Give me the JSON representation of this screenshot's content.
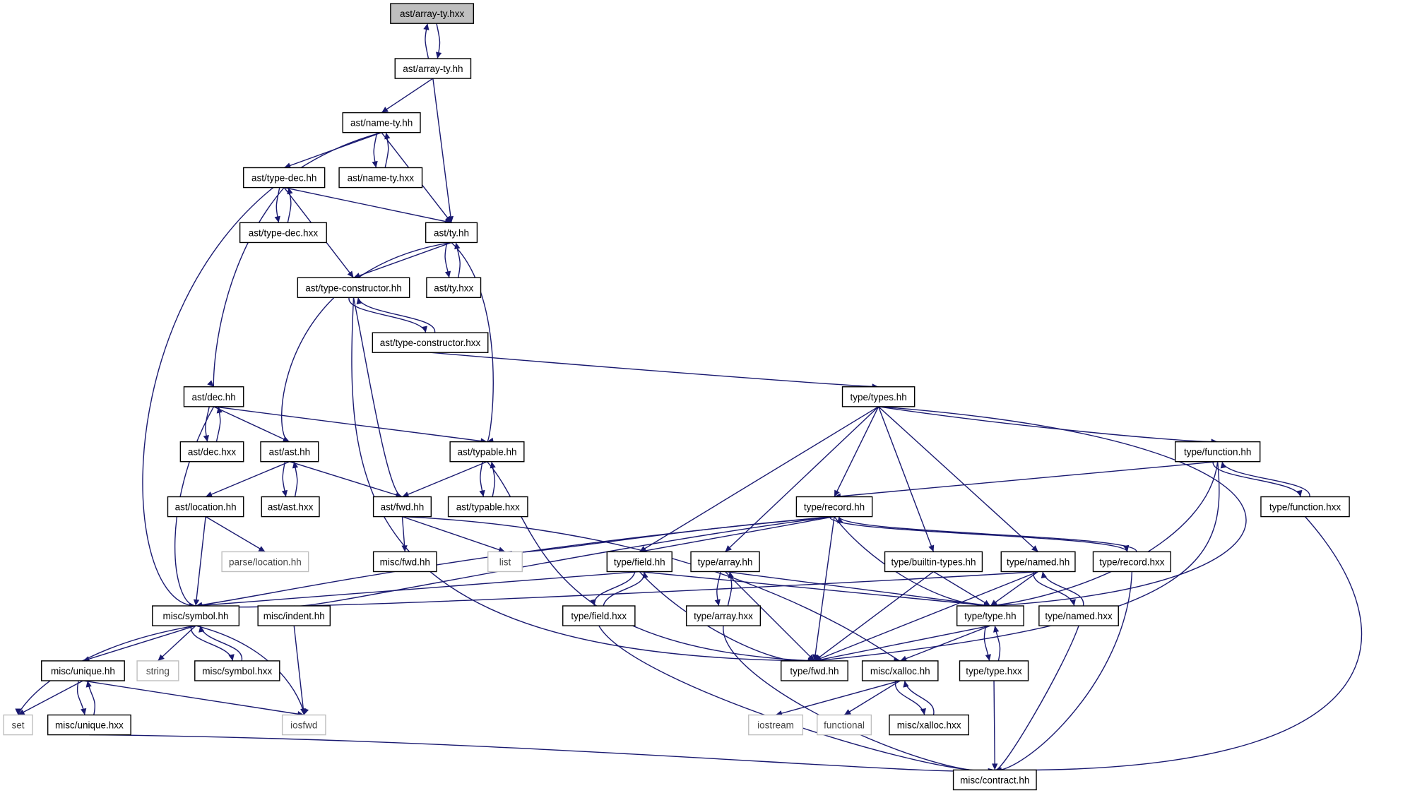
{
  "graph": {
    "nodes": [
      {
        "id": "array_ty_hxx",
        "label": "ast/array-ty.hxx",
        "kind": "root"
      },
      {
        "id": "array_ty_hh",
        "label": "ast/array-ty.hh",
        "kind": "file"
      },
      {
        "id": "name_ty_hh",
        "label": "ast/name-ty.hh",
        "kind": "file"
      },
      {
        "id": "type_dec_hh",
        "label": "ast/type-dec.hh",
        "kind": "file"
      },
      {
        "id": "name_ty_hxx",
        "label": "ast/name-ty.hxx",
        "kind": "file"
      },
      {
        "id": "ty_hh",
        "label": "ast/ty.hh",
        "kind": "file"
      },
      {
        "id": "type_dec_hxx",
        "label": "ast/type-dec.hxx",
        "kind": "file"
      },
      {
        "id": "type_constructor_hh",
        "label": "ast/type-constructor.hh",
        "kind": "file"
      },
      {
        "id": "ty_hxx",
        "label": "ast/ty.hxx",
        "kind": "file"
      },
      {
        "id": "type_constructor_hxx",
        "label": "ast/type-constructor.hxx",
        "kind": "file"
      },
      {
        "id": "dec_hh",
        "label": "ast/dec.hh",
        "kind": "file"
      },
      {
        "id": "types_hh",
        "label": "type/types.hh",
        "kind": "file"
      },
      {
        "id": "dec_hxx",
        "label": "ast/dec.hxx",
        "kind": "file"
      },
      {
        "id": "ast_hh",
        "label": "ast/ast.hh",
        "kind": "file"
      },
      {
        "id": "typable_hh",
        "label": "ast/typable.hh",
        "kind": "file"
      },
      {
        "id": "function_hh",
        "label": "type/function.hh",
        "kind": "file"
      },
      {
        "id": "location_hh",
        "label": "ast/location.hh",
        "kind": "file"
      },
      {
        "id": "ast_hxx",
        "label": "ast/ast.hxx",
        "kind": "file"
      },
      {
        "id": "ast_fwd_hh",
        "label": "ast/fwd.hh",
        "kind": "file"
      },
      {
        "id": "typable_hxx",
        "label": "ast/typable.hxx",
        "kind": "file"
      },
      {
        "id": "record_hh",
        "label": "type/record.hh",
        "kind": "file"
      },
      {
        "id": "function_hxx",
        "label": "type/function.hxx",
        "kind": "file"
      },
      {
        "id": "parse_location_hh",
        "label": "parse/location.hh",
        "kind": "external"
      },
      {
        "id": "misc_fwd_hh",
        "label": "misc/fwd.hh",
        "kind": "file"
      },
      {
        "id": "list",
        "label": "list",
        "kind": "external"
      },
      {
        "id": "field_hh",
        "label": "type/field.hh",
        "kind": "file"
      },
      {
        "id": "array_hh",
        "label": "type/array.hh",
        "kind": "file"
      },
      {
        "id": "builtin_types_hh",
        "label": "type/builtin-types.hh",
        "kind": "file"
      },
      {
        "id": "named_hh",
        "label": "type/named.hh",
        "kind": "file"
      },
      {
        "id": "record_hxx",
        "label": "type/record.hxx",
        "kind": "file"
      },
      {
        "id": "symbol_hh",
        "label": "misc/symbol.hh",
        "kind": "file"
      },
      {
        "id": "indent_hh",
        "label": "misc/indent.hh",
        "kind": "file"
      },
      {
        "id": "field_hxx",
        "label": "type/field.hxx",
        "kind": "file"
      },
      {
        "id": "array_hxx",
        "label": "type/array.hxx",
        "kind": "file"
      },
      {
        "id": "type_hh",
        "label": "type/type.hh",
        "kind": "file"
      },
      {
        "id": "named_hxx",
        "label": "type/named.hxx",
        "kind": "file"
      },
      {
        "id": "unique_hh",
        "label": "misc/unique.hh",
        "kind": "file"
      },
      {
        "id": "string",
        "label": "string",
        "kind": "external"
      },
      {
        "id": "symbol_hxx",
        "label": "misc/symbol.hxx",
        "kind": "file"
      },
      {
        "id": "type_fwd_hh",
        "label": "type/fwd.hh",
        "kind": "file"
      },
      {
        "id": "xalloc_hh",
        "label": "misc/xalloc.hh",
        "kind": "file"
      },
      {
        "id": "type_hxx",
        "label": "type/type.hxx",
        "kind": "file"
      },
      {
        "id": "set",
        "label": "set",
        "kind": "external"
      },
      {
        "id": "unique_hxx",
        "label": "misc/unique.hxx",
        "kind": "file"
      },
      {
        "id": "iosfwd",
        "label": "iosfwd",
        "kind": "external"
      },
      {
        "id": "iostream",
        "label": "iostream",
        "kind": "external"
      },
      {
        "id": "functional",
        "label": "functional",
        "kind": "external"
      },
      {
        "id": "xalloc_hxx",
        "label": "misc/xalloc.hxx",
        "kind": "file"
      },
      {
        "id": "contract_hh",
        "label": "misc/contract.hh",
        "kind": "file"
      }
    ],
    "edges": [
      [
        "array_ty_hxx",
        "array_ty_hh"
      ],
      [
        "array_ty_hh",
        "array_ty_hxx"
      ],
      [
        "array_ty_hh",
        "name_ty_hh"
      ],
      [
        "array_ty_hh",
        "ty_hh"
      ],
      [
        "name_ty_hh",
        "type_dec_hh"
      ],
      [
        "name_ty_hh",
        "name_ty_hxx"
      ],
      [
        "name_ty_hxx",
        "name_ty_hh"
      ],
      [
        "name_ty_hh",
        "ty_hh"
      ],
      [
        "name_ty_hh",
        "symbol_hh"
      ],
      [
        "type_dec_hh",
        "type_dec_hxx"
      ],
      [
        "type_dec_hxx",
        "type_dec_hh"
      ],
      [
        "type_dec_hh",
        "ty_hh"
      ],
      [
        "type_dec_hh",
        "type_constructor_hh"
      ],
      [
        "type_dec_hh",
        "dec_hh"
      ],
      [
        "ty_hh",
        "ty_hxx"
      ],
      [
        "ty_hxx",
        "ty_hh"
      ],
      [
        "ty_hh",
        "type_constructor_hh"
      ],
      [
        "ty_hh",
        "ast_hh"
      ],
      [
        "ty_hh",
        "typable_hh"
      ],
      [
        "type_constructor_hh",
        "type_constructor_hxx"
      ],
      [
        "type_constructor_hxx",
        "type_constructor_hh"
      ],
      [
        "type_constructor_hh",
        "ast_fwd_hh"
      ],
      [
        "type_constructor_hh",
        "type_fwd_hh"
      ],
      [
        "type_constructor_hxx",
        "types_hh"
      ],
      [
        "dec_hh",
        "dec_hxx"
      ],
      [
        "dec_hxx",
        "dec_hh"
      ],
      [
        "dec_hh",
        "ast_hh"
      ],
      [
        "dec_hh",
        "typable_hh"
      ],
      [
        "dec_hh",
        "symbol_hh"
      ],
      [
        "ast_hh",
        "ast_hxx"
      ],
      [
        "ast_hxx",
        "ast_hh"
      ],
      [
        "ast_hh",
        "location_hh"
      ],
      [
        "ast_hh",
        "ast_fwd_hh"
      ],
      [
        "typable_hh",
        "typable_hxx"
      ],
      [
        "typable_hxx",
        "typable_hh"
      ],
      [
        "typable_hh",
        "ast_fwd_hh"
      ],
      [
        "typable_hh",
        "type_fwd_hh"
      ],
      [
        "location_hh",
        "parse_location_hh"
      ],
      [
        "location_hh",
        "symbol_hh"
      ],
      [
        "ast_fwd_hh",
        "misc_fwd_hh"
      ],
      [
        "ast_fwd_hh",
        "list"
      ],
      [
        "ast_fwd_hh",
        "xalloc_hh"
      ],
      [
        "types_hh",
        "function_hh"
      ],
      [
        "types_hh",
        "record_hh"
      ],
      [
        "types_hh",
        "field_hh"
      ],
      [
        "types_hh",
        "array_hh"
      ],
      [
        "types_hh",
        "builtin_types_hh"
      ],
      [
        "types_hh",
        "named_hh"
      ],
      [
        "types_hh",
        "type_hh"
      ],
      [
        "function_hh",
        "function_hxx"
      ],
      [
        "function_hxx",
        "function_hh"
      ],
      [
        "function_hh",
        "record_hh"
      ],
      [
        "function_hh",
        "type_hh"
      ],
      [
        "function_hh",
        "type_fwd_hh"
      ],
      [
        "function_hxx",
        "contract_hh"
      ],
      [
        "record_hh",
        "record_hxx"
      ],
      [
        "record_hxx",
        "record_hh"
      ],
      [
        "record_hh",
        "list"
      ],
      [
        "record_hh",
        "field_hh"
      ],
      [
        "record_hh",
        "symbol_hh"
      ],
      [
        "record_hh",
        "indent_hh"
      ],
      [
        "record_hh",
        "type_hh"
      ],
      [
        "record_hh",
        "type_fwd_hh"
      ],
      [
        "record_hxx",
        "contract_hh"
      ],
      [
        "field_hh",
        "field_hxx"
      ],
      [
        "field_hxx",
        "field_hh"
      ],
      [
        "field_hh",
        "symbol_hh"
      ],
      [
        "field_hh",
        "type_hh"
      ],
      [
        "field_hh",
        "type_fwd_hh"
      ],
      [
        "field_hxx",
        "contract_hh"
      ],
      [
        "array_hh",
        "array_hxx"
      ],
      [
        "array_hxx",
        "array_hh"
      ],
      [
        "array_hh",
        "type_hh"
      ],
      [
        "array_hh",
        "type_fwd_hh"
      ],
      [
        "array_hxx",
        "contract_hh"
      ],
      [
        "builtin_types_hh",
        "type_hh"
      ],
      [
        "builtin_types_hh",
        "type_fwd_hh"
      ],
      [
        "named_hh",
        "named_hxx"
      ],
      [
        "named_hxx",
        "named_hh"
      ],
      [
        "named_hh",
        "type_hh"
      ],
      [
        "named_hh",
        "type_fwd_hh"
      ],
      [
        "named_hh",
        "symbol_hh"
      ],
      [
        "named_hxx",
        "contract_hh"
      ],
      [
        "type_hh",
        "type_hxx"
      ],
      [
        "type_hxx",
        "type_hh"
      ],
      [
        "type_hh",
        "type_fwd_hh"
      ],
      [
        "type_hh",
        "xalloc_hh"
      ],
      [
        "type_hxx",
        "contract_hh"
      ],
      [
        "symbol_hh",
        "unique_hh"
      ],
      [
        "symbol_hh",
        "string"
      ],
      [
        "symbol_hh",
        "symbol_hxx"
      ],
      [
        "symbol_hxx",
        "symbol_hh"
      ],
      [
        "symbol_hh",
        "set"
      ],
      [
        "symbol_hh",
        "iosfwd"
      ],
      [
        "indent_hh",
        "iosfwd"
      ],
      [
        "unique_hh",
        "unique_hxx"
      ],
      [
        "unique_hxx",
        "unique_hh"
      ],
      [
        "unique_hh",
        "set"
      ],
      [
        "unique_hh",
        "iosfwd"
      ],
      [
        "unique_hxx",
        "contract_hh"
      ],
      [
        "xalloc_hh",
        "iostream"
      ],
      [
        "xalloc_hh",
        "functional"
      ],
      [
        "xalloc_hh",
        "xalloc_hxx"
      ],
      [
        "xalloc_hxx",
        "xalloc_hh"
      ]
    ]
  }
}
